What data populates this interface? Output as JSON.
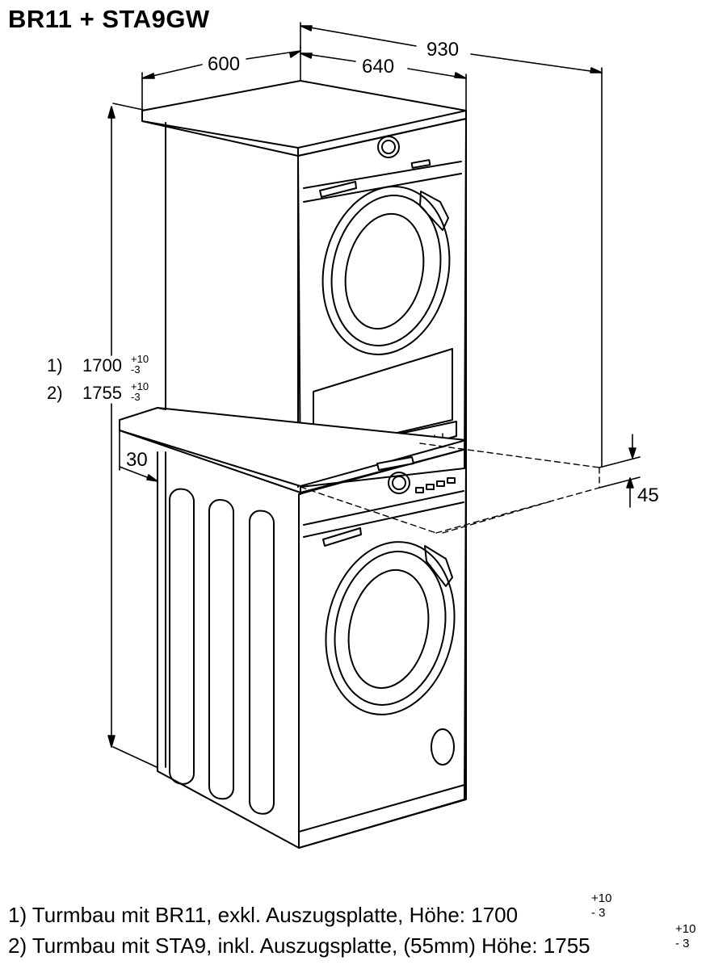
{
  "title": "BR11 + STA9GW",
  "dims": {
    "width": "600",
    "depth": "640",
    "depth_extended": "930",
    "gap": "30",
    "plate": "45",
    "h1_marker": "1)",
    "h1_value": "1700",
    "h2_marker": "2)",
    "h2_value": "1755",
    "tol_plus": "+10",
    "tol_minus": "-3"
  },
  "footnotes": [
    {
      "text": "1) Turmbau mit BR11, exkl. Auszugsplatte, Höhe: 1700",
      "tol_plus": "+10",
      "tol_minus": "- 3"
    },
    {
      "text": "2) Turmbau mit STA9, inkl. Auszugsplatte, (55mm) Höhe: 1755",
      "tol_plus": "+10",
      "tol_minus": "- 3"
    }
  ]
}
